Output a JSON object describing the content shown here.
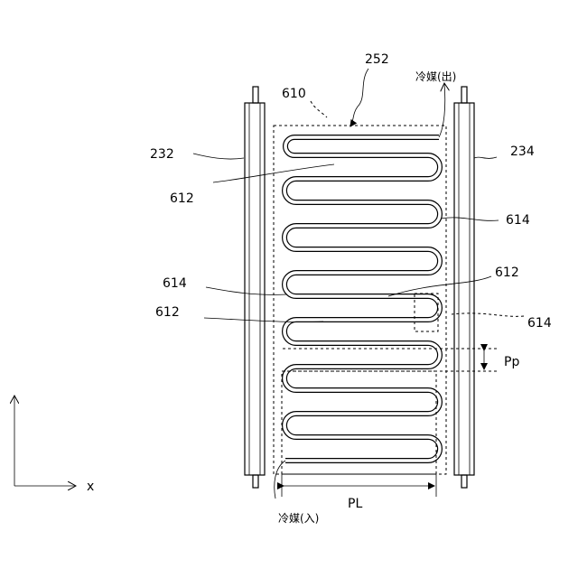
{
  "figure": {
    "labels": {
      "ref_252": "252",
      "ref_610": "610",
      "ref_232": "232",
      "ref_234": "234",
      "ref_612_a": "612",
      "ref_614_a": "614",
      "ref_612_b": "612",
      "ref_614_b": "614",
      "ref_612_c": "612",
      "ref_614_c": "614",
      "pitch": "Pp",
      "length": "PL",
      "axis_x": "x",
      "refrigerant_out": "冷媒(出)",
      "refrigerant_in": "冷媒(入)"
    }
  }
}
